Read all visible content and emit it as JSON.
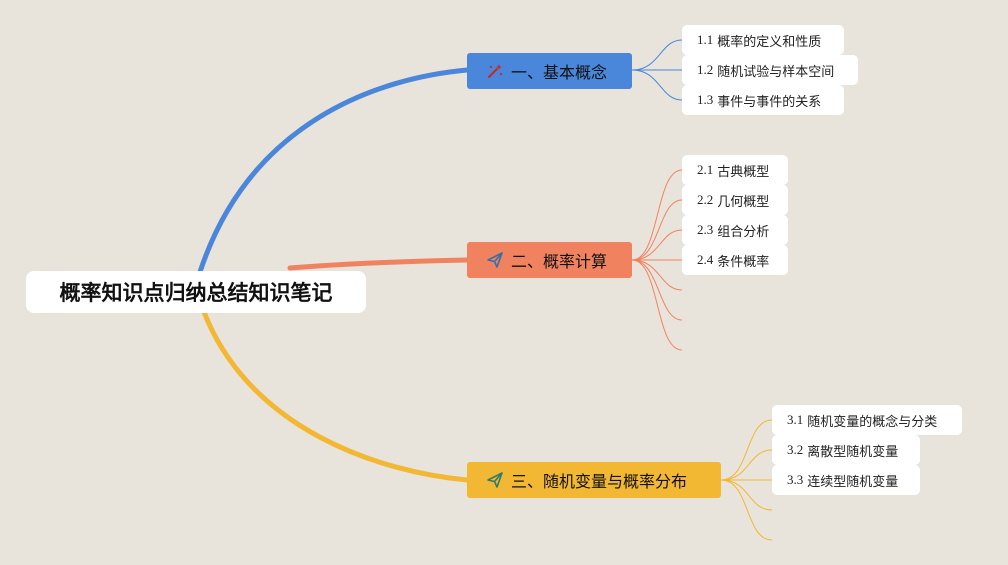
{
  "root": {
    "title": "概率知识点归纳总结知识笔记"
  },
  "colors": {
    "background": "#E8E4DC",
    "branch1": "#4A86DA",
    "branch2": "#F0825F",
    "branch3": "#F2B733"
  },
  "branches": [
    {
      "label": "一、基本概念",
      "icon": "magic-wand-icon",
      "children": [
        {
          "num": "1.1",
          "text": "概率的定义和性质"
        },
        {
          "num": "1.2",
          "text": "随机试验与样本空间"
        },
        {
          "num": "1.3",
          "text": "事件与事件的关系"
        }
      ]
    },
    {
      "label": "二、概率计算",
      "icon": "paper-plane-icon",
      "children": [
        {
          "num": "2.1",
          "text": "古典概型"
        },
        {
          "num": "2.2",
          "text": "几何概型"
        },
        {
          "num": "2.3",
          "text": "组合分析"
        },
        {
          "num": "2.4",
          "text": "条件概率"
        }
      ]
    },
    {
      "label": "三、随机变量与概率分布",
      "icon": "paper-plane-icon",
      "children": [
        {
          "num": "3.1",
          "text": "随机变量的概念与分类"
        },
        {
          "num": "3.2",
          "text": "离散型随机变量"
        },
        {
          "num": "3.3",
          "text": "连续型随机变量"
        }
      ]
    }
  ]
}
